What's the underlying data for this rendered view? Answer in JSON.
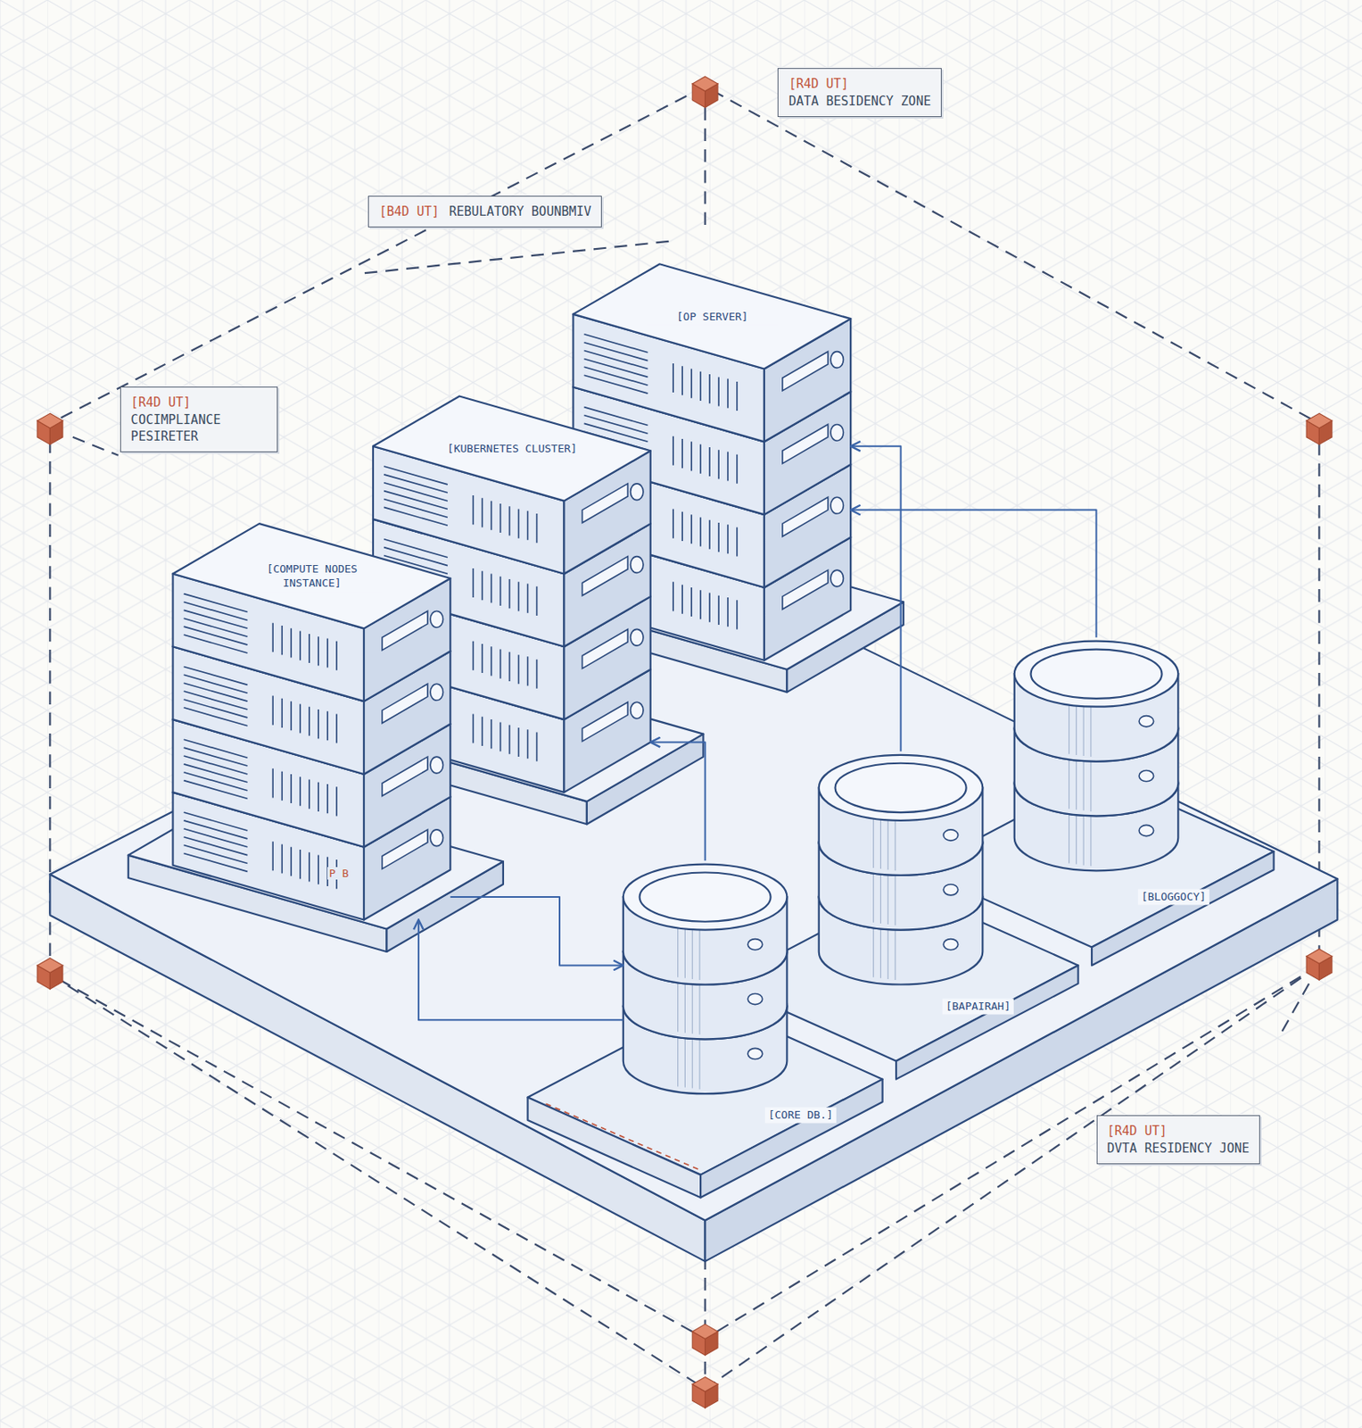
{
  "diagram": {
    "nodes": [
      {
        "text": [
          "[R4D UT]",
          "DATA BESIDENCY ZONE"
        ]
      },
      {
        "text": [
          "[B4D UT]",
          "REBULATORY BOUNBMIV"
        ]
      },
      {
        "text": [
          "[OP SERVER]"
        ]
      },
      {
        "text": [
          "[R4D UT]",
          "COCIMPLIANCE PESIRETER"
        ]
      },
      {
        "text": [
          "[KUBERNETES CLUSTER]"
        ]
      },
      {
        "text": [
          "[COMPUTE NODES INSTANCE]"
        ]
      },
      {
        "text": [
          "[BLOGGOCY]"
        ]
      },
      {
        "text": [
          "[BAPAIRAH]"
        ]
      },
      {
        "text": [
          "[CORE DB.]"
        ]
      },
      {
        "text": [
          "[R4D UT]",
          "DVTA RESIDENCY JONE"
        ]
      }
    ],
    "edges": [
      {
        "from": 6,
        "to": 2,
        "arrow": "to"
      },
      {
        "from": 7,
        "to": 2,
        "arrow": "to"
      },
      {
        "from": 8,
        "to": 4,
        "arrow": "to"
      },
      {
        "from": 5,
        "to": 8,
        "arrow": "to"
      },
      {
        "from": 8,
        "to": 5,
        "arrow": "to"
      }
    ],
    "labels": [
      "P B"
    ]
  }
}
